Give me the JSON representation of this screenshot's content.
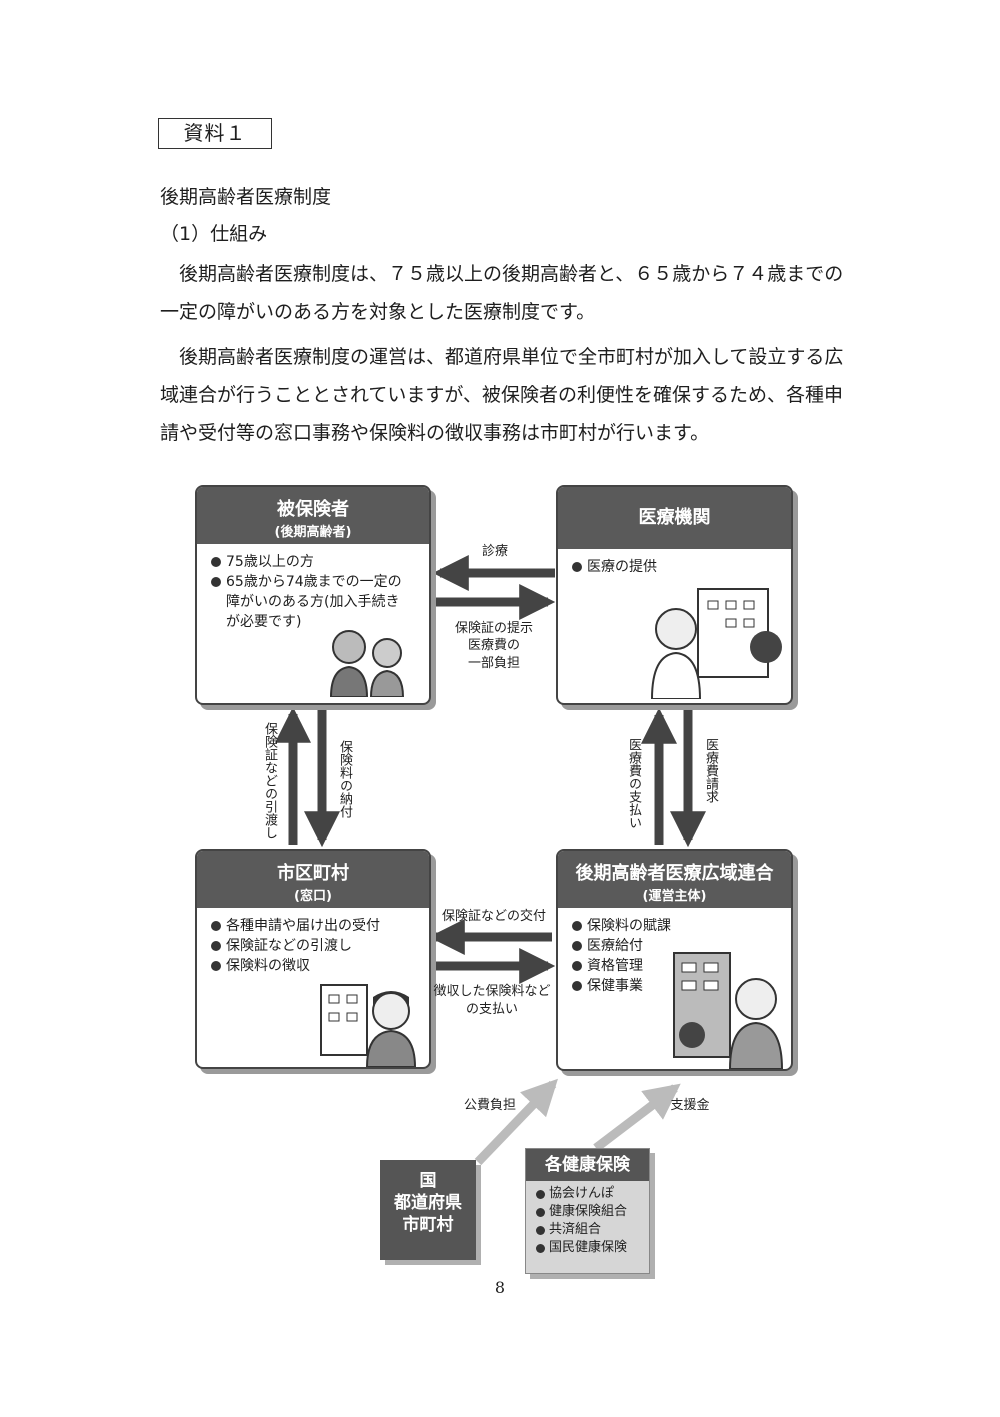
{
  "document": {
    "label": "資料１",
    "heading": "後期高齢者医療制度",
    "subheading": "（1）仕組み",
    "paragraphs": [
      "後期高齢者医療制度は、７５歳以上の後期高齢者と、６５歳から７４歳までの一定の障がいのある方を対象とした医療制度です。",
      "後期高齢者医療制度の運営は、都道府県単位で全市町村が加入して設立する広域連合が行うこととされていますが、被保険者の利便性を確保するため、各種申請や受付等の窓口事務や保険料の徴収事務は市町村が行います。"
    ],
    "page_number": "8"
  },
  "diagram": {
    "insured": {
      "title": "被保険者",
      "subtitle": "(後期高齢者)",
      "items": [
        "75歳以上の方",
        "65歳から74歳までの一定の障がいのある方(加入手続きが必要です)"
      ]
    },
    "hospital": {
      "title": "医療機関",
      "items": [
        "医療の提供"
      ]
    },
    "municipality": {
      "title": "市区町村",
      "subtitle": "(窓口)",
      "items": [
        "各種申請や届け出の受付",
        "保険証などの引渡し",
        "保険料の徴収"
      ]
    },
    "union": {
      "title": "後期高齢者医療広域連合",
      "subtitle": "(運営主体)",
      "items": [
        "保険料の賦課",
        "医療給付",
        "資格管理",
        "保健事業"
      ]
    },
    "arrows": {
      "treatment": "診療",
      "insurance_card_present": "保険証の提示",
      "partial_cost": "医療費の一部負担",
      "card_handover": "保険証などの引渡し",
      "premium_payment": "保険料の納付",
      "cost_payment": "医療費の支払い",
      "cost_claim": "医療費請求",
      "card_issue": "保険証などの交付",
      "collected_payment": "徴収した保険料などの支払い",
      "public_burden": "公費負担",
      "support_funds": "支援金"
    },
    "government": {
      "lines": [
        "国",
        "都道府県",
        "市町村"
      ]
    },
    "insurers": {
      "title": "各健康保険",
      "items": [
        "協会けんぽ",
        "健康保険組合",
        "共済組合",
        "国民健康保険"
      ]
    }
  }
}
